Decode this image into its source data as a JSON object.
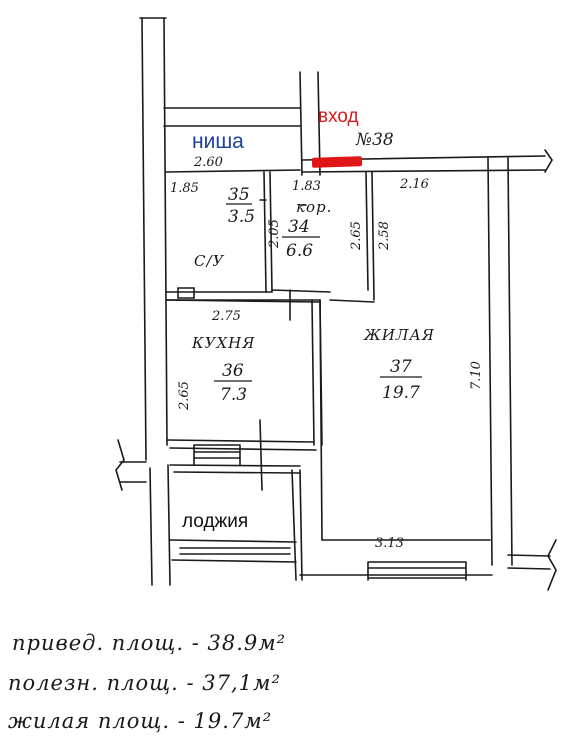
{
  "colors": {
    "ink": "#1a1a1a",
    "niche_label": "#1d3f9e",
    "entrance_label": "#d81b1b",
    "entrance_marker": "#e01515"
  },
  "labels": {
    "niche": "ниша",
    "entrance": "вход",
    "loggia": "лоджия",
    "apartment_number": "№38"
  },
  "rooms": {
    "bathroom": {
      "name": "С/У",
      "number": "35",
      "area": "3.5"
    },
    "corridor": {
      "name": "кор.",
      "number": "34",
      "area": "6.6"
    },
    "kitchen": {
      "name": "КУХНЯ",
      "number": "36",
      "area": "7.3"
    },
    "living": {
      "name": "ЖИЛАЯ",
      "number": "37",
      "area": "19.7"
    }
  },
  "dimensions": {
    "niche_width": "2.60",
    "bath_top": "1.85",
    "corridor_top": "1.83",
    "living_top": "2.16",
    "corridor_left": "2.05",
    "corridor_right": "2.65",
    "corridor_side": "2.58",
    "kitchen_top": "2.75",
    "kitchen_left": "2.65",
    "living_height": "7.10",
    "living_bottom": "3.13"
  },
  "summary": {
    "line1": "привед. площ. - 38.9м²",
    "line2": "полезн. площ. - 37,1м²",
    "line3": "жилая площ. - 19.7м²"
  }
}
